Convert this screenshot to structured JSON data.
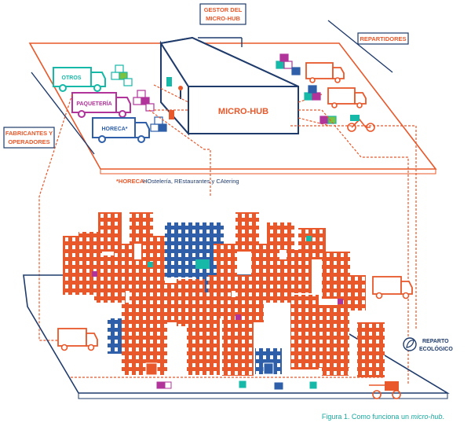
{
  "labels": {
    "gestor_line1": "GESTOR DEL",
    "gestor_line2": "MICRO-HUB",
    "repartidores": "REPARTIDORES",
    "fabricantes_line1": "FABRICANTES Y",
    "fabricantes_line2": "OPERADORES",
    "otros": "OTROS",
    "paqueteria": "PAQUETERÍA",
    "horeca_truck": "HORECA*",
    "micro_hub": "MICRO-HUB",
    "horeca_note_key": "*HORECA:",
    "horeca_note_text": " HOstelería, REstaurantes y CAtering",
    "reparto_line1": "REPARTO",
    "reparto_line2": "ECOLÓGICO",
    "caption_prefix": "Figura 1. Como funciona un ",
    "caption_emph": "micro-hub",
    "caption_suffix": "."
  },
  "colors": {
    "orange": "#e8582a",
    "navy": "#1f3b6b",
    "teal": "#16b8a8",
    "magenta": "#b0349a",
    "green": "#7cc242",
    "blue": "#2e5fa8",
    "caption": "#17a9a0"
  },
  "icons": [
    "leaf-icon",
    "bicycle-icon"
  ]
}
